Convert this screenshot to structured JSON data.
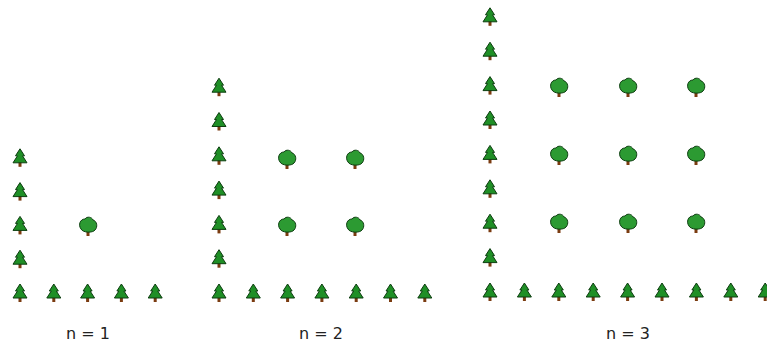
{
  "diagram": {
    "labels": [
      "n = 1",
      "n = 2",
      "n = 3"
    ]
  }
}
